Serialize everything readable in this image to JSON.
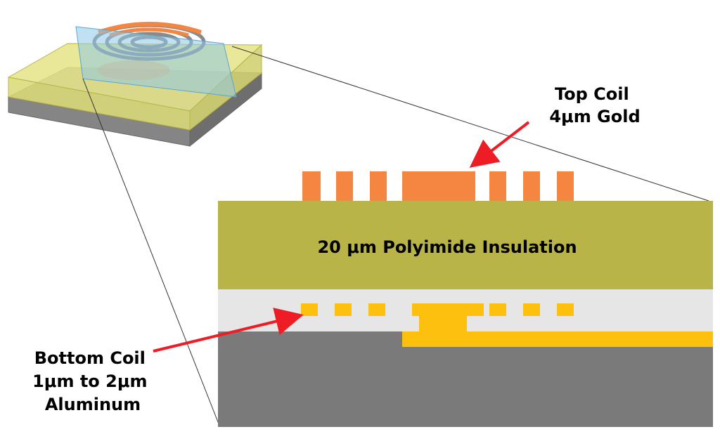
{
  "labels": {
    "top_coil": [
      "Top Coil",
      "4μm Gold"
    ],
    "insulation": "20 μm Polyimide Insulation",
    "bottom_coil": [
      "Bottom Coil",
      "1μm to 2μm",
      "Aluminum"
    ]
  },
  "colors": {
    "top_coil": "#f58642",
    "polyimide": "#b8b448",
    "oxide_layer": "#e6e6e6",
    "bottom_coil": "#fdc00e",
    "substrate": "#7a7a7a",
    "arrow": "#ee1c25",
    "chip_yellow": "#e4e486",
    "chip_blue_plane": "#8ec9e8"
  },
  "icons": {
    "chip": "chip-3d-icon",
    "arrow": "arrow-icon"
  }
}
